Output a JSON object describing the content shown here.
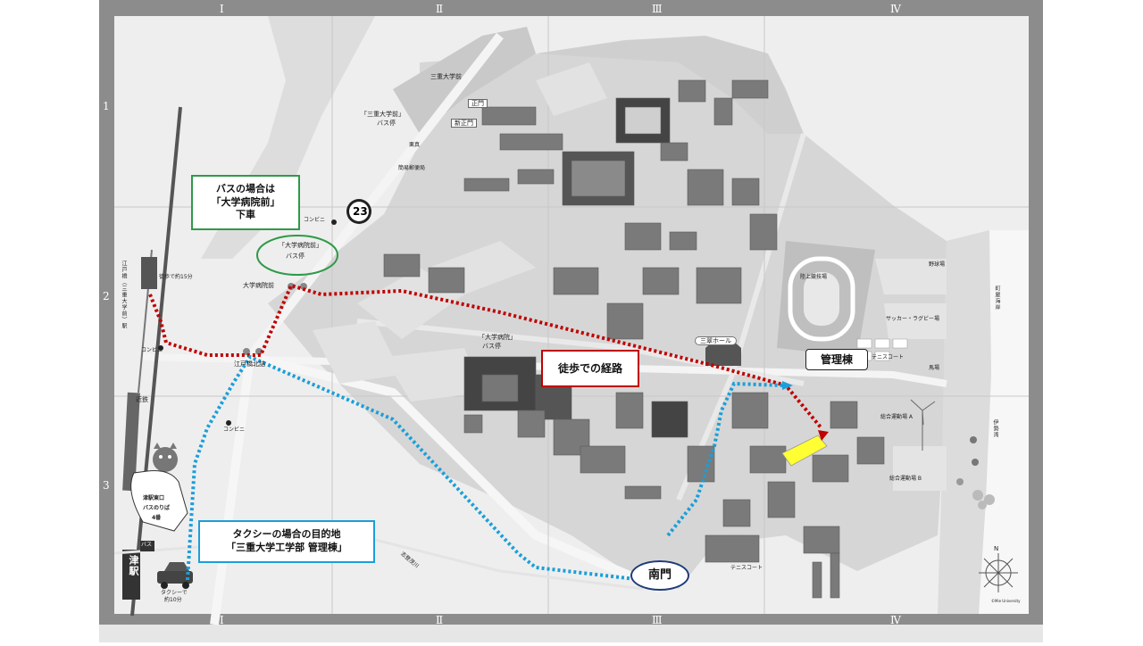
{
  "grid": {
    "columns": [
      "Ⅰ",
      "Ⅱ",
      "Ⅲ",
      "Ⅳ"
    ],
    "rows": [
      "1",
      "2",
      "3"
    ]
  },
  "callouts": {
    "bus_line1": "バスの場合は",
    "bus_line2": "「大学病院前」",
    "bus_line3": "下車",
    "walk_route": "徒歩での経路",
    "destination": "管理棟",
    "taxi_line1": "タクシーの場合の目的地",
    "taxi_line2": "「三重大学工学部 管理棟」",
    "south_gate": "南門"
  },
  "map_labels": {
    "mie_univ_mae": "三重大学前",
    "bus_stop_mie_line1": "「三重大学前」",
    "bus_stop_mie_line2": "バス停",
    "main_gate": "正門",
    "new_main_gate": "新正門",
    "post_office_line1": "栗真",
    "post_office_line2": "簡易郵便局",
    "route_number": "23",
    "convenience_store_1": "コンビニ",
    "hospital_stop_line1": "「大学病院前」",
    "hospital_stop_line2": "バス停",
    "hospital_mae": "大学病院前",
    "walk_15": "徒歩で約15分",
    "convenience_store_2": "コンビニ",
    "edobashi_kita": "江戸橋北詰",
    "kintetsu": "近鉄",
    "convenience_store_3": "コンビニ",
    "tsu_east_line1": "津駅東口",
    "tsu_east_line2": "バスのりば",
    "tsu_east_line3": "4番",
    "bus_sign": "バス",
    "tsu_station": "津駅",
    "taxi_line1": "タクシーで",
    "taxi_line2": "約10分",
    "hospital_label_line1": "「大学病院」",
    "hospital_label_line2": "バス停",
    "sansui_hall": "三翠ホール",
    "athletic_field": "陸上競技場",
    "baseball": "野球場",
    "soccer": "サッカー・ラグビー場",
    "tennis_1": "テニスコート",
    "archery": "馬場",
    "gym_a": "総合運動場 A",
    "gym_b": "総合運動場 B",
    "tennis_2": "テニスコート",
    "shigawa": "志登茂川",
    "copyright": "©Mie University",
    "north": "N",
    "edobashi_station": "江戸橋（三重大学前）駅",
    "machiyagaigan": "町屋海岸",
    "ise_bay": "伊勢湾"
  },
  "colors": {
    "walk_route": "#c00000",
    "taxi_route": "#1a9fd9",
    "bus_box_border": "#2e9a48",
    "taxi_box_border": "#1a9fd9",
    "gate_border": "#1f3b7a",
    "destination_building": "#ffff33",
    "frame": "#8c8c8c"
  },
  "icons": [
    "station-icon",
    "bus-stop-icon",
    "taxi-icon",
    "cat-mascot-icon",
    "compass-icon",
    "route-23-icon",
    "wind-turbine-icon"
  ]
}
